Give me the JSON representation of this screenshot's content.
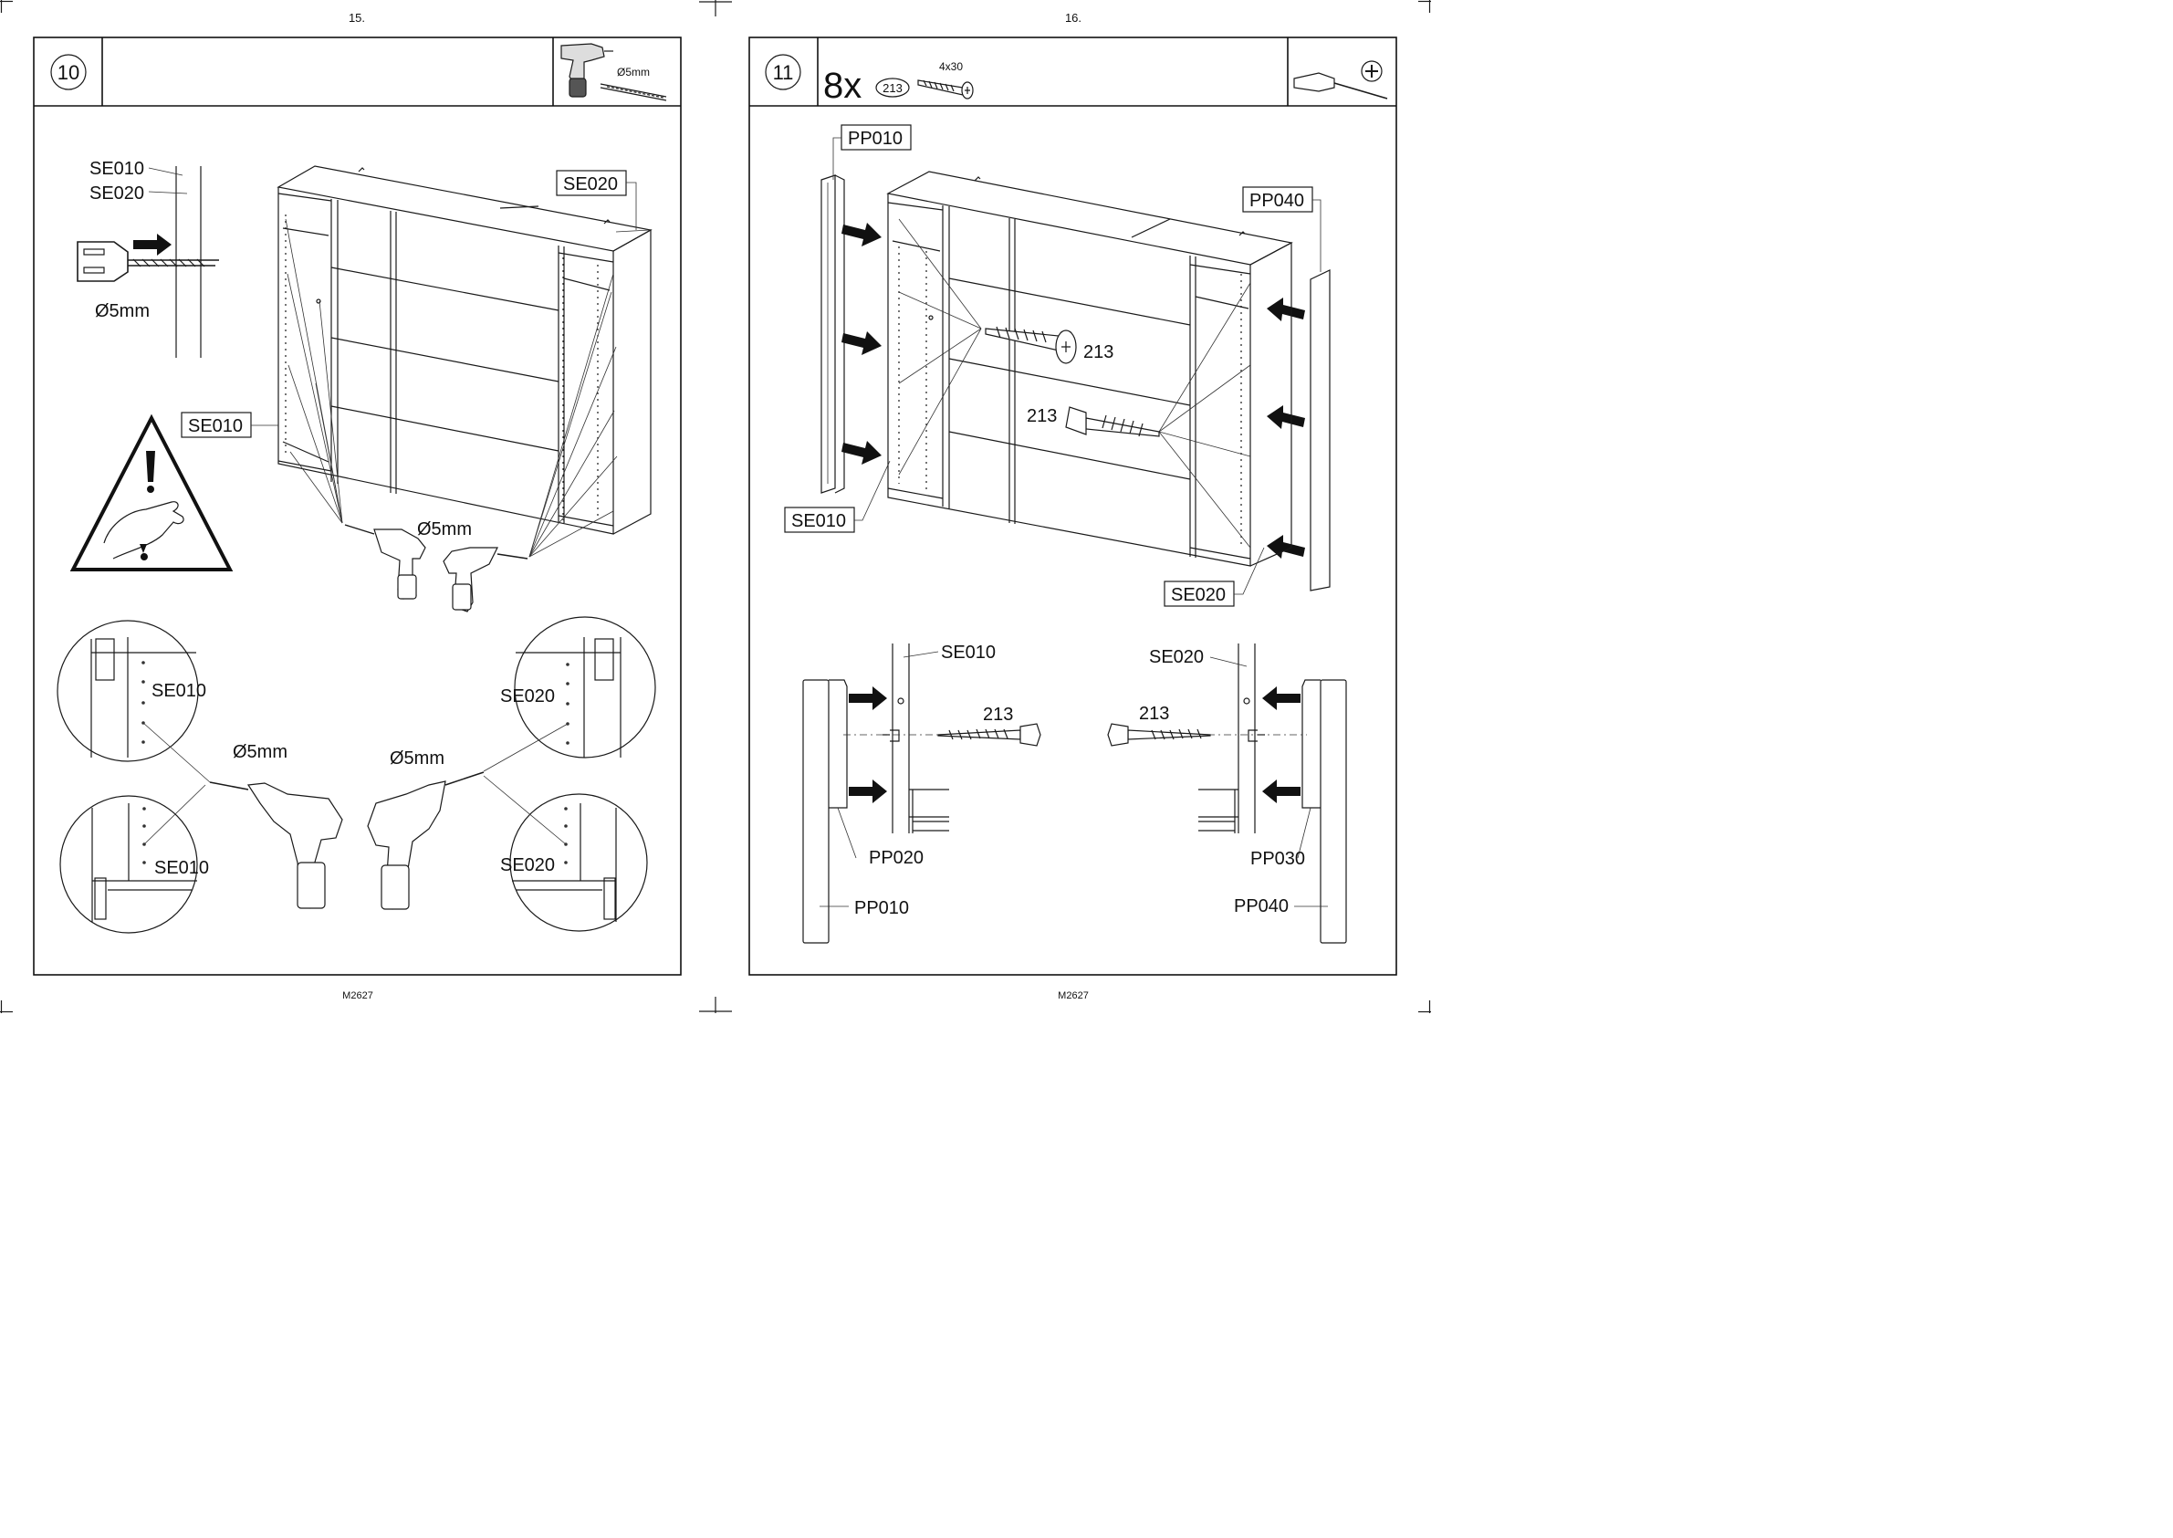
{
  "pages": [
    {
      "page_number": "15.",
      "footer": "M2627",
      "step": "10",
      "tool_spec": "Ø5mm",
      "labels": {
        "se010_top": "SE010",
        "se020_top": "SE020",
        "drill_size_detail": "Ø5mm",
        "se020_cabinet": "SE020",
        "se010_cabinet": "SE010",
        "drill_size_center": "Ø5mm",
        "circle_tl": "SE010",
        "circle_bl": "SE010",
        "circle_tr": "SE020",
        "circle_br": "SE020",
        "drill_size_left": "Ø5mm",
        "drill_size_right": "Ø5mm"
      }
    },
    {
      "page_number": "16.",
      "footer": "M2627",
      "step": "11",
      "quantity": "8x",
      "part_number": "213",
      "screw_size": "4x30",
      "labels": {
        "pp010": "PP010",
        "pp040": "PP040",
        "se010": "SE010",
        "se020": "SE020",
        "screw_upper": "213",
        "screw_lower": "213",
        "detail_se010": "SE010",
        "detail_se020": "SE020",
        "detail_213_left": "213",
        "detail_213_right": "213",
        "detail_pp020": "PP020",
        "detail_pp010": "PP010",
        "detail_pp030": "PP030",
        "detail_pp040": "PP040"
      }
    }
  ]
}
